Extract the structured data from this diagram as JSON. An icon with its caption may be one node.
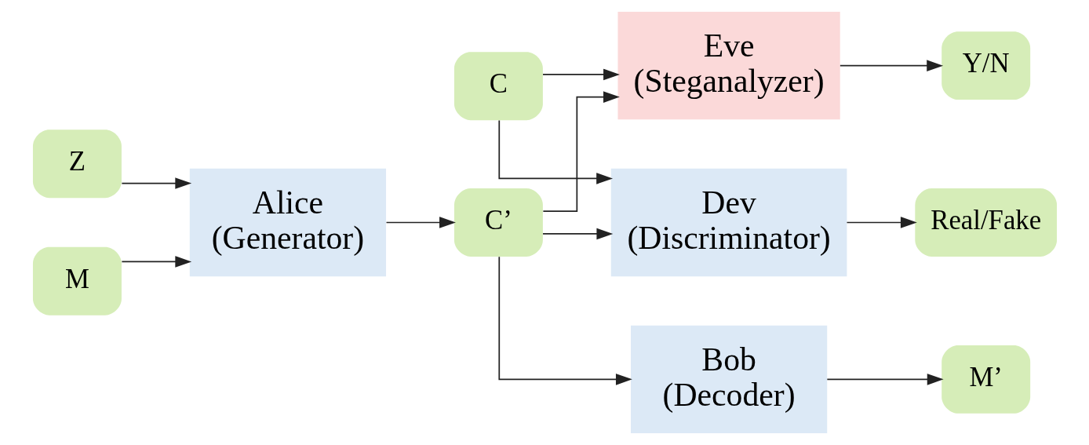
{
  "diagram": {
    "nodes": [
      {
        "text": [
          "C"
        ]
      },
      {
        "text": [
          "Real/Fake"
        ]
      },
      {
        "text": [
          "Dev",
          "(Discriminator)"
        ]
      },
      {
        "text": [
          "Eve",
          "(Steganalyzer)"
        ]
      },
      {
        "text": [
          "Y/N"
        ]
      },
      {
        "text": [
          "Z"
        ]
      },
      {
        "text": [
          "M"
        ]
      },
      {
        "text": [
          "Alice",
          "(Generator)"
        ]
      },
      {
        "text": [
          "C’"
        ]
      },
      {
        "text": [
          "Bob",
          "(Decoder)"
        ]
      },
      {
        "text": [
          "M’"
        ]
      }
    ],
    "edges": [
      {
        "from": 0,
        "to": 2,
        "arrow": "to"
      },
      {
        "from": 0,
        "to": 3,
        "arrow": "to"
      },
      {
        "from": 2,
        "to": 1,
        "arrow": "to"
      },
      {
        "from": 3,
        "to": 4,
        "arrow": "to"
      },
      {
        "from": 5,
        "to": 7,
        "arrow": "to"
      },
      {
        "from": 6,
        "to": 7,
        "arrow": "to"
      },
      {
        "from": 7,
        "to": 8,
        "arrow": "to"
      },
      {
        "from": 8,
        "to": 2,
        "arrow": "to"
      },
      {
        "from": 8,
        "to": 3,
        "arrow": "to"
      },
      {
        "from": 8,
        "to": 9,
        "arrow": "to"
      },
      {
        "from": 9,
        "to": 10,
        "arrow": "to"
      }
    ]
  }
}
